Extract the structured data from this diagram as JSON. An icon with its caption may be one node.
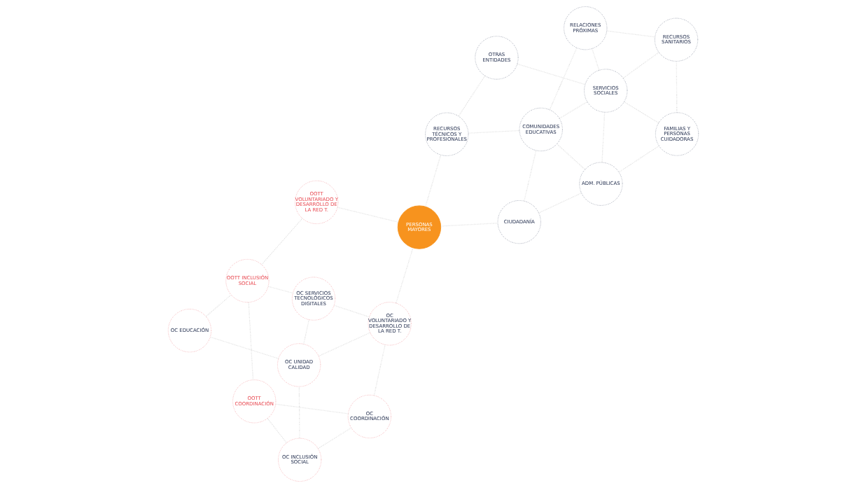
{
  "diagram": {
    "nodes": [
      {
        "text": [
          "OC COORDINACIÓN"
        ]
      },
      {
        "text": [
          "OC VOLUNTARIADO Y DESARROLLO DE LA RED T."
        ]
      },
      {
        "text": [
          "OC UNIDAD CALIDAD"
        ]
      },
      {
        "text": [
          "OC INCLUSIÓN SOCIAL"
        ]
      },
      {
        "text": [
          "OC EDUCACIÓN"
        ]
      },
      {
        "text": [
          "OOTT COORDINACIÓN"
        ]
      },
      {
        "text": [
          "OC SERVICIOS TECNOLÓGICOS DIGITALES"
        ]
      },
      {
        "text": [
          "OOTT INCLUSIÓN SOCIAL"
        ]
      },
      {
        "text": [
          "OOTT VOLUNTARIADO Y DESARROLLO DE LA RED T."
        ]
      },
      {
        "text": [
          "PERSONAS MAYORES"
        ]
      },
      {
        "text": [
          "CIUDADANÍA"
        ]
      },
      {
        "text": [
          "ADM. PÚBLICAS"
        ]
      },
      {
        "text": [
          "FAMILIAS Y PERSONAS CUIDADORAS"
        ]
      },
      {
        "text": [
          "SERVICIOS SOCIALES"
        ]
      },
      {
        "text": [
          "COMUNIDADES EDUCATIVAS"
        ]
      },
      {
        "text": [
          "RECURSOS SANITARIOS"
        ]
      },
      {
        "text": [
          "RECURSOS TÉCNICOS Y PROFESIONALES"
        ]
      },
      {
        "text": [
          "OTRAS ENTIDADES"
        ]
      },
      {
        "text": [
          "RELACIONES PRÓXIMAS"
        ]
      }
    ],
    "edges": [
      {
        "from": 0,
        "to": 1,
        "arrow": "none"
      },
      {
        "from": 0,
        "to": 3,
        "arrow": "none"
      },
      {
        "from": 0,
        "to": 5,
        "arrow": "none"
      },
      {
        "from": 3,
        "to": 2,
        "arrow": "none"
      },
      {
        "from": 1,
        "to": 2,
        "arrow": "none"
      },
      {
        "from": 1,
        "to": 6,
        "arrow": "none"
      },
      {
        "from": 1,
        "to": 9,
        "arrow": "none"
      },
      {
        "from": 3,
        "to": 5,
        "arrow": "none"
      },
      {
        "from": 2,
        "to": 4,
        "arrow": "none"
      },
      {
        "from": 2,
        "to": 6,
        "arrow": "none"
      },
      {
        "from": 4,
        "to": 7,
        "arrow": "none"
      },
      {
        "from": 5,
        "to": 7,
        "arrow": "none"
      },
      {
        "from": 6,
        "to": 7,
        "arrow": "none"
      },
      {
        "from": 7,
        "to": 8,
        "arrow": "none"
      },
      {
        "from": 8,
        "to": 9,
        "arrow": "none"
      },
      {
        "from": 9,
        "to": 10,
        "arrow": "none"
      },
      {
        "from": 9,
        "to": 16,
        "arrow": "none"
      },
      {
        "from": 10,
        "to": 11,
        "arrow": "none"
      },
      {
        "from": 10,
        "to": 14,
        "arrow": "none"
      },
      {
        "from": 11,
        "to": 12,
        "arrow": "none"
      },
      {
        "from": 11,
        "to": 14,
        "arrow": "none"
      },
      {
        "from": 11,
        "to": 13,
        "arrow": "none"
      },
      {
        "from": 12,
        "to": 13,
        "arrow": "none"
      },
      {
        "from": 12,
        "to": 15,
        "arrow": "none"
      },
      {
        "from": 13,
        "to": 14,
        "arrow": "none"
      },
      {
        "from": 13,
        "to": 15,
        "arrow": "none"
      },
      {
        "from": 13,
        "to": 17,
        "arrow": "none"
      },
      {
        "from": 13,
        "to": 18,
        "arrow": "none"
      },
      {
        "from": 14,
        "to": 16,
        "arrow": "none"
      },
      {
        "from": 14,
        "to": 18,
        "arrow": "none"
      },
      {
        "from": 16,
        "to": 17,
        "arrow": "none"
      },
      {
        "from": 15,
        "to": 18,
        "arrow": "none"
      }
    ]
  }
}
